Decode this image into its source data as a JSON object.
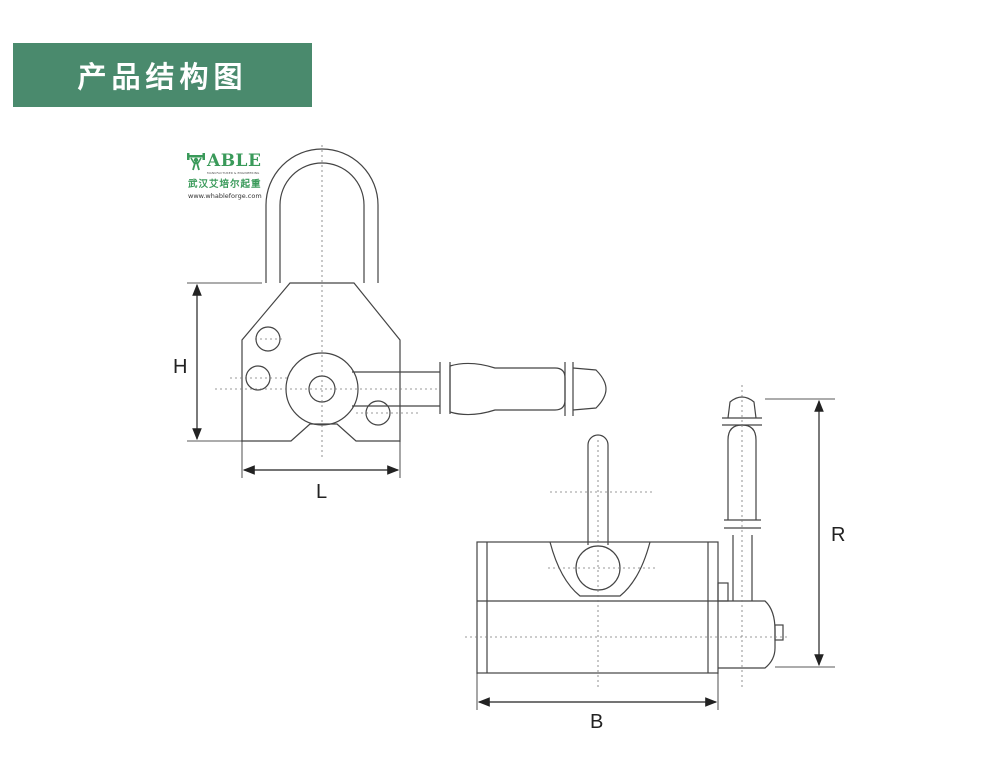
{
  "header": {
    "title": "产品结构图"
  },
  "logo": {
    "brand": "ABLE",
    "sub": "MANUFACTURER & ENGINEERING",
    "company_cn": "武汉艾培尔起重",
    "url": "www.whableforge.com"
  },
  "dimensions": {
    "height_label": "H",
    "length_label": "L",
    "width_label": "B",
    "reach_label": "R"
  },
  "colors": {
    "banner": "#4a8a6d",
    "brand": "#3a9a5a",
    "line": "#444444",
    "center_line": "#777777"
  }
}
